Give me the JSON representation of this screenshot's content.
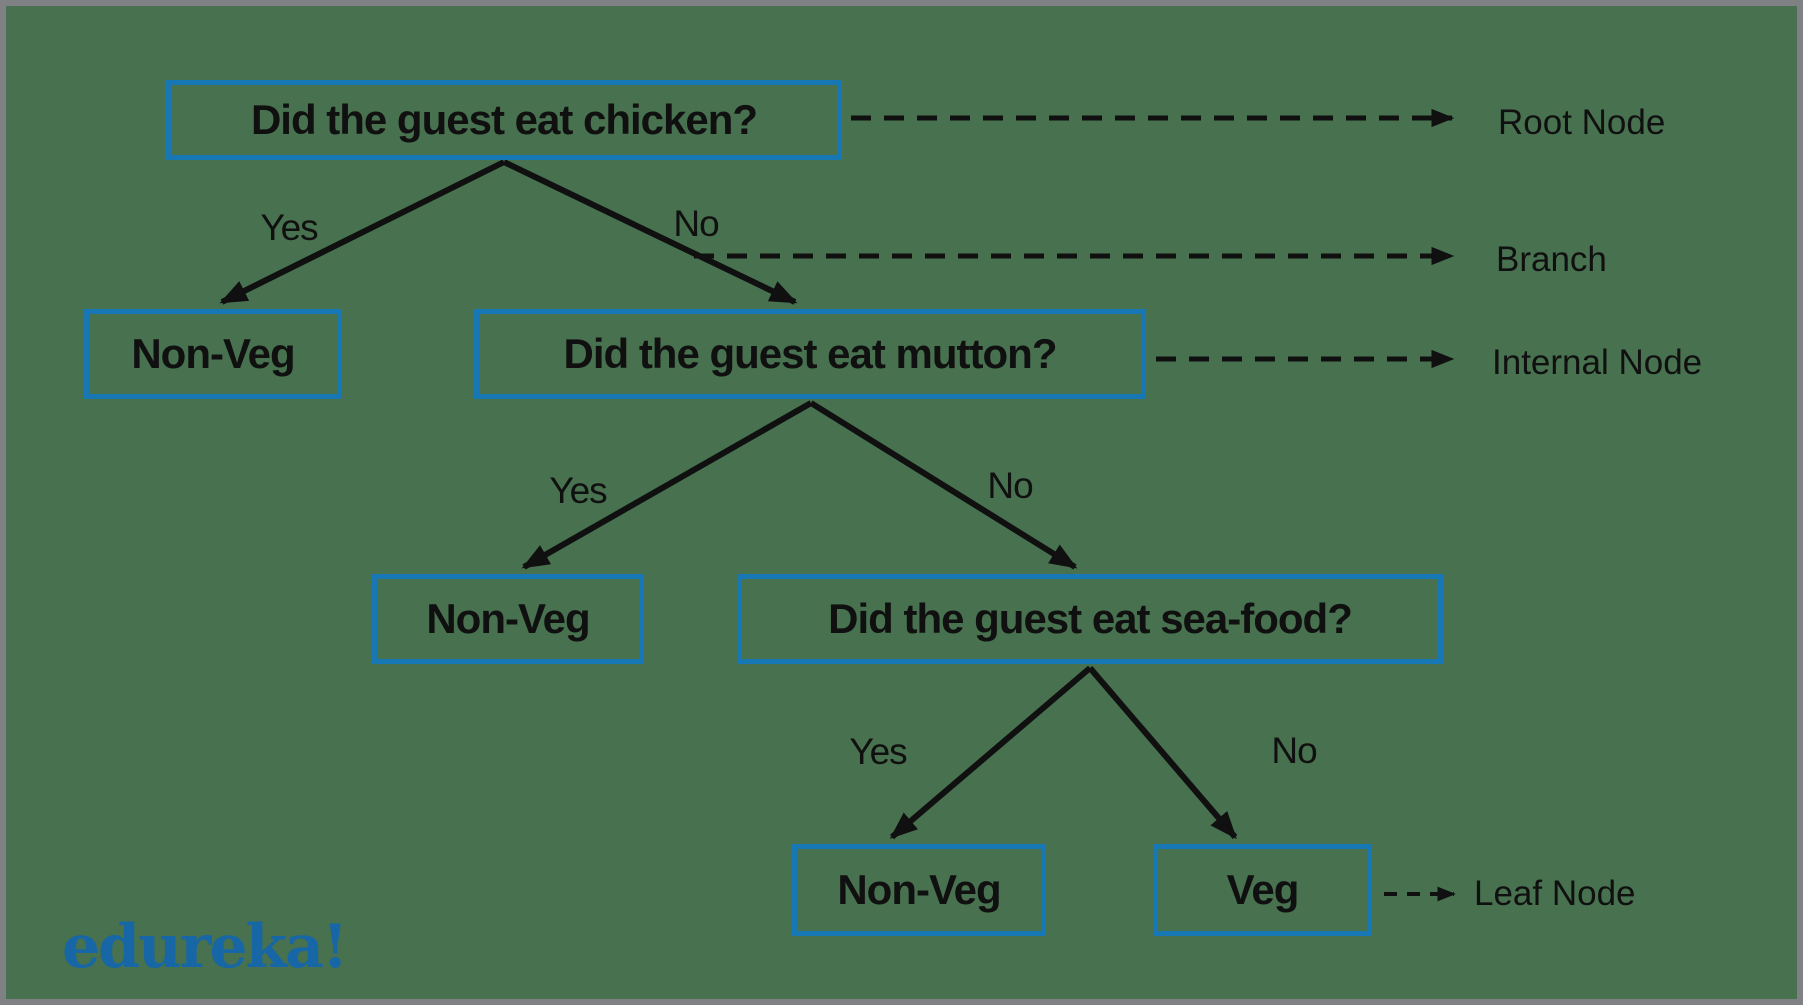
{
  "colors": {
    "background": "#47714f",
    "frame_border": "#7f8184",
    "node_border": "#1778b5",
    "text": "#101010",
    "logo_blue": "#1766a5"
  },
  "tree": {
    "root": {
      "question": "Did the guest eat chicken?",
      "yes": {
        "leaf": "Non-Veg"
      },
      "no": {
        "question": "Did the guest eat mutton?",
        "yes": {
          "leaf": "Non-Veg"
        },
        "no": {
          "question": "Did the guest eat sea-food?",
          "yes": {
            "leaf": "Non-Veg"
          },
          "no": {
            "leaf": "Veg"
          }
        }
      }
    }
  },
  "edge_labels": {
    "yes": "Yes",
    "no": "No"
  },
  "annotations": {
    "root": "Root Node",
    "branch": "Branch",
    "internal": "Internal Node",
    "leaf": "Leaf Node"
  },
  "brand": {
    "logo_text": "edureka!"
  }
}
